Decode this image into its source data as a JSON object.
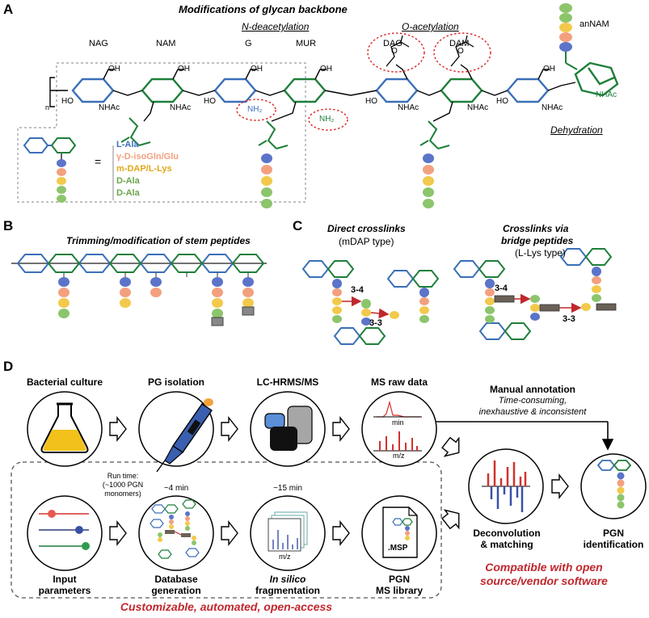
{
  "colors": {
    "nag_blue": "#3a6fb8",
    "nam_green": "#1e7f3a",
    "ala_blue": "#5b74c9",
    "glu_salmon": "#f3a07f",
    "dap_yellow": "#f2c94c",
    "dala_green": "#8cc56c",
    "accent_red": "#c0272d",
    "mass_blue": "#3850a6"
  },
  "panelA": {
    "label": "A",
    "title": "Modifications of glycan backbone",
    "sugars": [
      "NAG",
      "NAM",
      "G",
      "MUR",
      "DAG",
      "DAM"
    ],
    "anNAM": "anNAM",
    "n_deacetylation": "N-deacetylation",
    "o_acetylation": "O-acetylation",
    "dehydration": "Dehydration",
    "n": "n",
    "oh": "OH",
    "ho": "HO",
    "o": "O",
    "nhac": "NHAc",
    "nh2": "NH₂",
    "legend_eq": "=",
    "legend": [
      "L-Ala",
      "γ-D-isoGln/Glu",
      "m-DAP/L-Lys",
      "D-Ala",
      "D-Ala"
    ]
  },
  "panelB": {
    "label": "B",
    "title": "Trimming/modification of stem peptides"
  },
  "panelC": {
    "label": "C",
    "direct_title": "Direct crosslinks",
    "direct_sub": "(mDAP type)",
    "bridge_title": "Crosslinks via",
    "bridge_title2": "bridge peptides",
    "bridge_sub": "(L-Lys type)",
    "l34": "3-4",
    "l33": "3-3"
  },
  "panelD": {
    "label": "D",
    "steps": [
      "Bacterial culture",
      "PG isolation",
      "LC-HRMS/MS",
      "MS raw data"
    ],
    "manual_title": "Manual annotation",
    "manual_sub1": "Time-consuming,",
    "manual_sub2": "inexhaustive & inconsistent",
    "min_label": "min",
    "mz_label": "m/z",
    "run_time1": "Run time:",
    "run_time2": "(~1000 PGN",
    "run_time3": "monomers)",
    "t4": "~4 min",
    "t15": "~15 min",
    "msp": ".MSP",
    "bottom_steps": [
      [
        "Input",
        "parameters"
      ],
      [
        "Database",
        "generation"
      ],
      [
        "In silico",
        "fragmentation"
      ],
      [
        "PGN",
        "MS library"
      ]
    ],
    "deconv": [
      "Deconvolution",
      "& matching"
    ],
    "pgn_id": [
      "PGN",
      "identification"
    ],
    "compatible1": "Compatible with open",
    "compatible2": "source/vendor software",
    "footer": "Customizable, automated, open-access"
  }
}
